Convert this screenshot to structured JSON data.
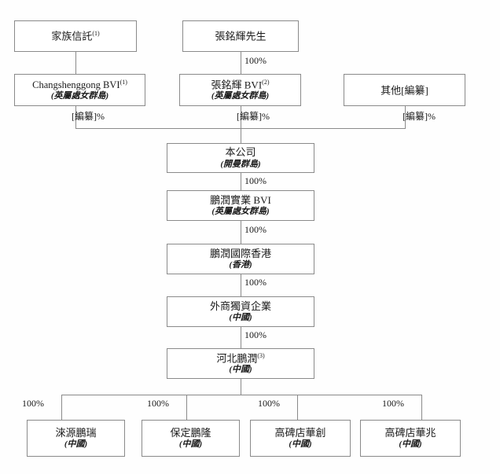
{
  "chart_data": {
    "type": "diagram",
    "title": "",
    "diagram_kind": "corporate-ownership-structure",
    "nodes": [
      {
        "id": "family-trust",
        "title": "家族信託",
        "footnote": "(1)",
        "subtitle": ""
      },
      {
        "id": "mr-zhang",
        "title": "張銘輝先生",
        "footnote": "",
        "subtitle": ""
      },
      {
        "id": "changshenggong-bvi",
        "title": "Changshenggong BVI",
        "footnote": "(1)",
        "subtitle": "(英屬處女群島)"
      },
      {
        "id": "zhang-bvi",
        "title": "張銘輝 BVI",
        "footnote": "(2)",
        "subtitle": "(英屬處女群島)"
      },
      {
        "id": "others",
        "title": "其他[編纂]",
        "footnote": "",
        "subtitle": ""
      },
      {
        "id": "company",
        "title": "本公司",
        "footnote": "",
        "subtitle": "(開曼群島)"
      },
      {
        "id": "pengrun-bvi",
        "title": "鵬潤實業 BVI",
        "footnote": "",
        "subtitle": "(英屬處女群島)"
      },
      {
        "id": "pengrun-hk",
        "title": "鵬潤國際香港",
        "footnote": "",
        "subtitle": "(香港)"
      },
      {
        "id": "wfoe",
        "title": "外商獨資企業",
        "footnote": "",
        "subtitle": "(中國)"
      },
      {
        "id": "hebei-pengrun",
        "title": "河北鵬潤",
        "footnote": "(3)",
        "subtitle": "(中國)"
      },
      {
        "id": "laiyuan-pengrui",
        "title": "淶源鵬瑞",
        "footnote": "",
        "subtitle": "(中國)"
      },
      {
        "id": "baoding-penglong",
        "title": "保定鵬隆",
        "footnote": "",
        "subtitle": "(中國)"
      },
      {
        "id": "gaobeidian-huachuang",
        "title": "高碑店華創",
        "footnote": "",
        "subtitle": "(中國)"
      },
      {
        "id": "gaobeidian-huazhao",
        "title": "高碑店華兆",
        "footnote": "",
        "subtitle": "(中國)"
      }
    ],
    "edge_labels": {
      "mr_zhang_to_zhang_bvi": "100%",
      "changshenggong_to_company": "[編纂]%",
      "zhang_bvi_to_company": "[編纂]%",
      "others_to_company": "[編纂]%",
      "company_to_pengrun_bvi": "100%",
      "pengrun_bvi_to_pengrun_hk": "100%",
      "pengrun_hk_to_wfoe": "100%",
      "wfoe_to_hebei": "100%",
      "hebei_to_laiyuan": "100%",
      "hebei_to_baoding": "100%",
      "hebei_to_huachuang": "100%",
      "hebei_to_huazhao": "100%"
    },
    "colors": {
      "border": "#8a8a8a",
      "line": "#8a8a8a",
      "text": "#1a1a1a",
      "background": "#fefefe"
    }
  }
}
